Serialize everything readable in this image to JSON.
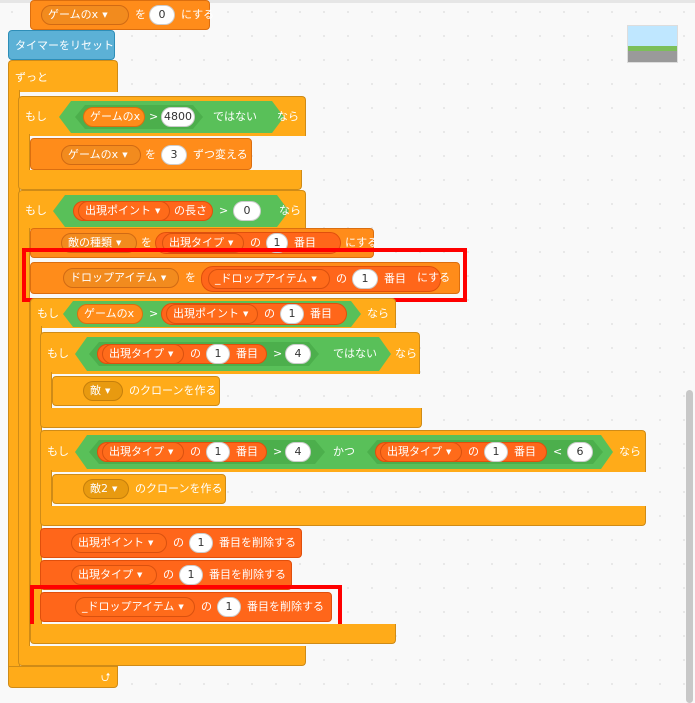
{
  "blocks": {
    "set_x": {
      "var": "ゲームのx",
      "to": "を",
      "value": "0",
      "suffix": "にする"
    },
    "reset_timer": "タイマーをリセット",
    "forever": "ずっと",
    "if1": {
      "if": "もし",
      "var": "ゲームのx",
      "op": ">",
      "value": "4800",
      "not": "ではない",
      "then": "なら"
    },
    "change_x": {
      "var": "ゲームのx",
      "to": "を",
      "value": "3",
      "suffix": "ずつ変える"
    },
    "if2": {
      "if": "もし",
      "list": "出現ポイント",
      "len": "の長さ",
      "op": ">",
      "value": "0",
      "then": "なら"
    },
    "set_enemy": {
      "var": "敵の種類",
      "to": "を",
      "list": "出現タイプ",
      "of": "の",
      "index": "1",
      "item": "番目",
      "suffix": "にする"
    },
    "set_drop": {
      "var": "ドロップアイテム",
      "to": "を",
      "list": "_ドロップアイテム",
      "of": "の",
      "index": "1",
      "item": "番目",
      "suffix": "にする"
    },
    "if3": {
      "if": "もし",
      "var": "ゲームのx",
      "op": ">",
      "list": "出現ポイント",
      "of": "の",
      "index": "1",
      "item": "番目",
      "then": "なら"
    },
    "if4": {
      "if": "もし",
      "list": "出現タイプ",
      "of": "の",
      "index": "1",
      "item": "番目",
      "op": ">",
      "value": "4",
      "not": "ではない",
      "then": "なら"
    },
    "clone1": {
      "target": "敵",
      "suffix": "のクローンを作る"
    },
    "if5": {
      "if": "もし",
      "list_a": "出現タイプ",
      "of": "の",
      "index_a": "1",
      "item": "番目",
      "op_a": ">",
      "value_a": "4",
      "and": "かつ",
      "list_b": "出現タイプ",
      "index_b": "1",
      "op_b": "<",
      "value_b": "6",
      "then": "なら"
    },
    "clone2": {
      "target": "敵2",
      "suffix": "のクローンを作る"
    },
    "del1": {
      "list": "出現ポイント",
      "of": "の",
      "index": "1",
      "suffix": "番目を削除する"
    },
    "del2": {
      "list": "出現タイプ",
      "of": "の",
      "index": "1",
      "suffix": "番目を削除する"
    },
    "del3": {
      "list": "_ドロップアイテム",
      "of": "の",
      "index": "1",
      "suffix": "番目を削除する"
    },
    "loop_arrow": "⮍"
  },
  "colors": {
    "control": "#ffab19",
    "variable": "#ff8c1a",
    "list": "#ff661a",
    "operator": "#59c059",
    "sensing": "#5cb1d6",
    "highlight": "#ff0000"
  }
}
